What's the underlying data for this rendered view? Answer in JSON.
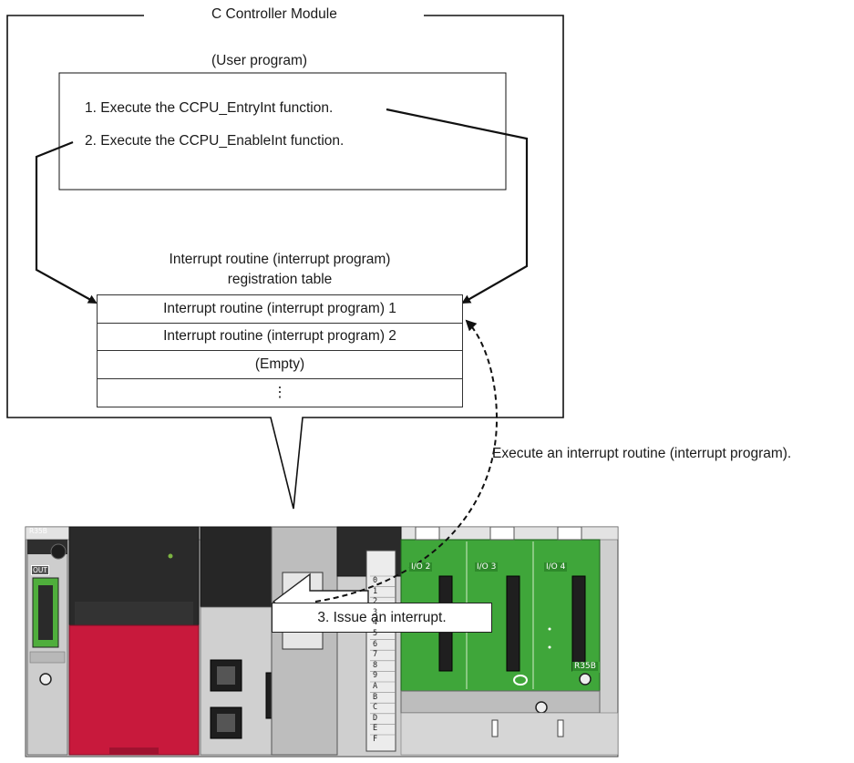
{
  "diagram": {
    "module_title": "C Controller Module",
    "user_program_label": "(User program)",
    "steps": {
      "step1": "1. Execute the CCPU_EntryInt function.",
      "step2": "2. Execute the CCPU_EnableInt function.",
      "step3": "3. Issue an interrupt."
    },
    "table_caption_line1": "Interrupt routine (interrupt program)",
    "table_caption_line2": "registration table",
    "table_rows": [
      "Interrupt routine (interrupt program) 1",
      "Interrupt routine (interrupt program) 2",
      "(Empty)",
      "⋮"
    ],
    "execute_label": "Execute an interrupt routine (interrupt program).",
    "hardware": {
      "base_model": "R35B",
      "out_label": "OUT",
      "slot_labels": [
        "I/O 2",
        "I/O 3",
        "I/O 4"
      ],
      "terminal_labels": [
        "0",
        "1",
        "2",
        "3",
        "4",
        "5",
        "6",
        "7",
        "8",
        "9",
        "A",
        "B",
        "C",
        "D",
        "E",
        "F"
      ],
      "colors": {
        "module_red": "#c8193c",
        "board_green": "#3fa63a",
        "module_black": "#262626",
        "base_gray": "#d4d4d4"
      }
    }
  }
}
